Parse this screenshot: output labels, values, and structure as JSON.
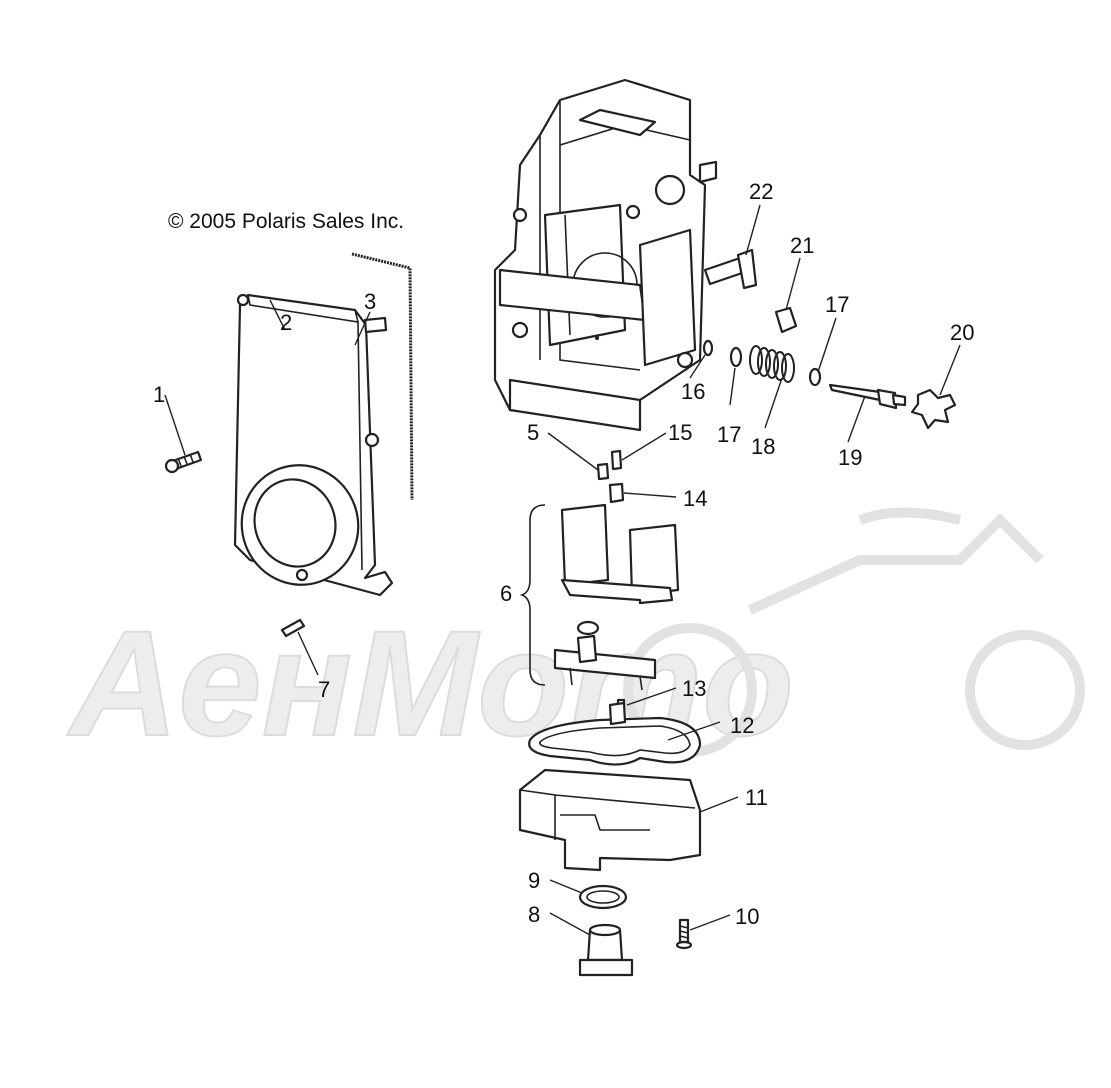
{
  "copyright": "© 2005 Polaris Sales Inc.",
  "watermark": "AeнMomo",
  "callouts": [
    "1",
    "2",
    "3",
    "5",
    "6",
    "7",
    "8",
    "9",
    "10",
    "11",
    "12",
    "13",
    "14",
    "15",
    "16",
    "17",
    "17",
    "18",
    "19",
    "20",
    "21",
    "22"
  ]
}
